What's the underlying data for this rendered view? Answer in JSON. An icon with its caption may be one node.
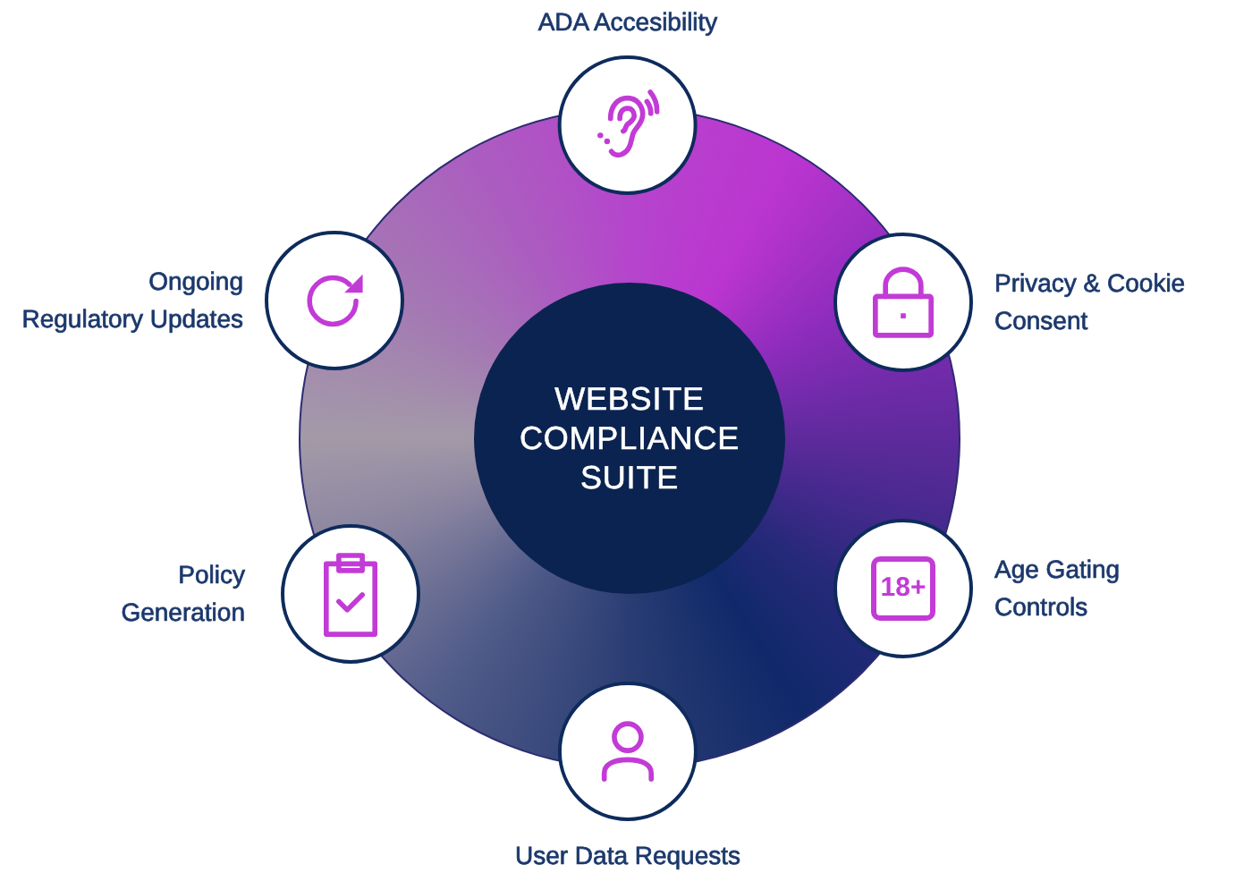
{
  "diagram": {
    "nodes": [
      {
        "text": [
          "ADA Accesibility"
        ]
      },
      {
        "text": [],
        "shape": "circle"
      },
      {
        "text": [
          "Ongoing Regulatory Updates"
        ]
      },
      {
        "text": [
          "Privacy & Cookie Consent"
        ]
      },
      {
        "text": [
          "WEBSITE COMPLIANCE SUITE"
        ],
        "in": 1
      },
      {
        "text": [
          "Policy Generation"
        ]
      },
      {
        "text": [
          "18+",
          "Age Gating Controls"
        ]
      },
      {
        "text": [
          "User Data Requests"
        ]
      }
    ]
  }
}
